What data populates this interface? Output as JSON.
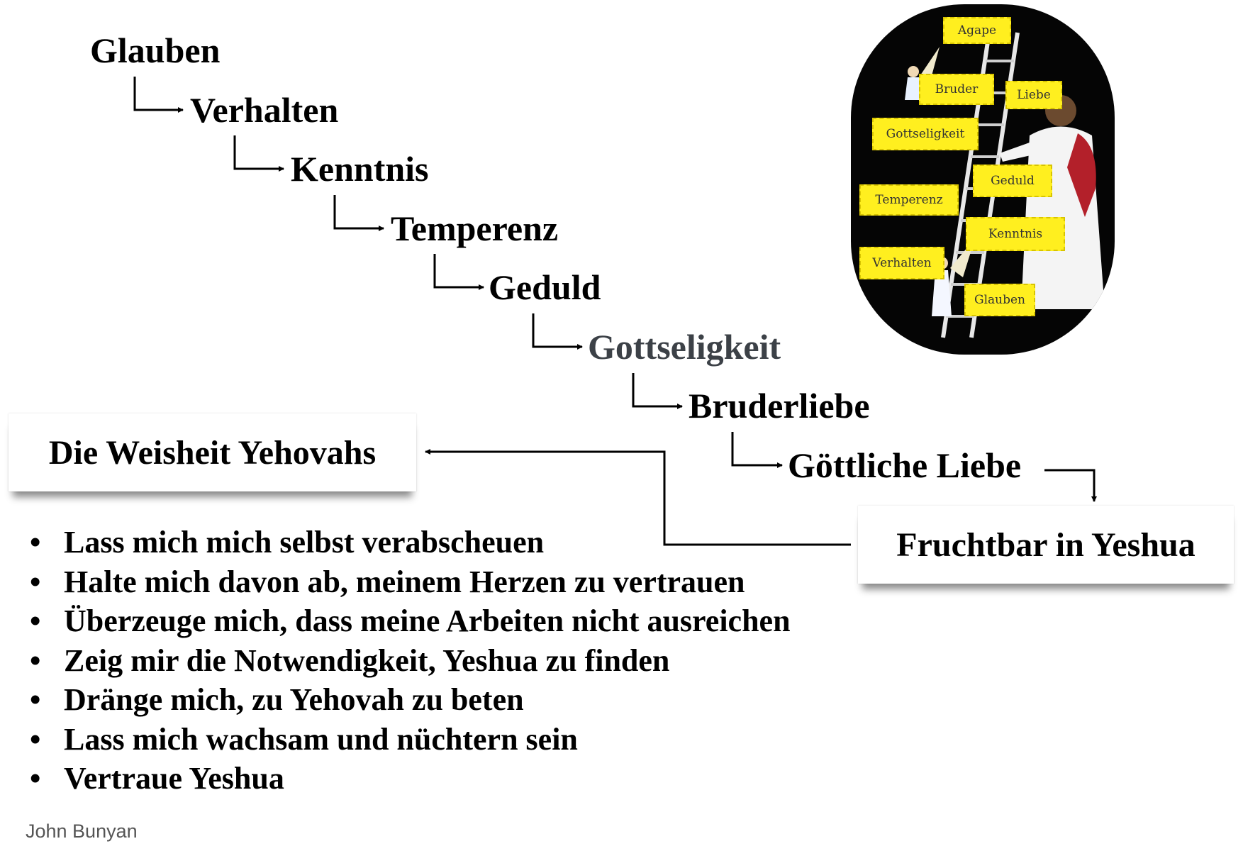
{
  "steps": [
    "Glauben",
    "Verhalten",
    "Kenntnis",
    "Temperenz",
    "Geduld",
    "Gottseligkeit",
    "Bruderliebe",
    "Göttliche Liebe"
  ],
  "wisdom_box": {
    "title": "Die Weisheit Yehovahs"
  },
  "fruit_box": {
    "title": "Fruchtbar in Yeshua"
  },
  "bullets": [
    "Lass mich mich selbst verabscheuen",
    "Halte mich davon ab, meinem Herzen zu vertrauen",
    "Überzeuge mich, dass meine Arbeiten nicht ausreichen",
    "Zeig mir die Notwendigkeit, Yeshua zu finden",
    "Dränge mich, zu Yehovah zu beten",
    "Lass mich wachsam und nüchtern sein",
    "Vertraue Yeshua"
  ],
  "credit": "John Bunyan",
  "illustration": {
    "labels": [
      "Agape",
      "Bruder",
      "Liebe",
      "Gottseligkeit",
      "Geduld",
      "Temperenz",
      "Kenntnis",
      "Verhalten",
      "Glauben"
    ]
  },
  "colors": {
    "highlight_step": "#3c4147",
    "plank": "#ffef1f",
    "background": "#ffffff"
  }
}
